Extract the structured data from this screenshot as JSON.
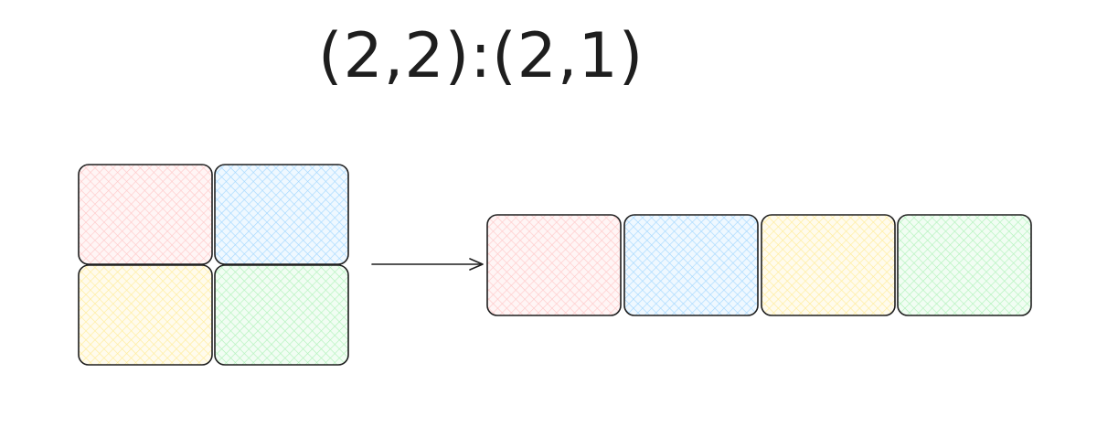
{
  "title": "(2,2):(2,1)",
  "colors": {
    "stroke": "#1e1e1e",
    "red": "#ffc9c9",
    "blue": "#a5d8ff",
    "yellow": "#ffec99",
    "green": "#b2f2bb"
  },
  "source_grid": {
    "rows": 2,
    "cols": 2,
    "cells": [
      "red",
      "blue",
      "yellow",
      "green"
    ]
  },
  "target_row": {
    "cells": [
      "red",
      "blue",
      "yellow",
      "green"
    ]
  },
  "arrow": {
    "direction": "right"
  }
}
